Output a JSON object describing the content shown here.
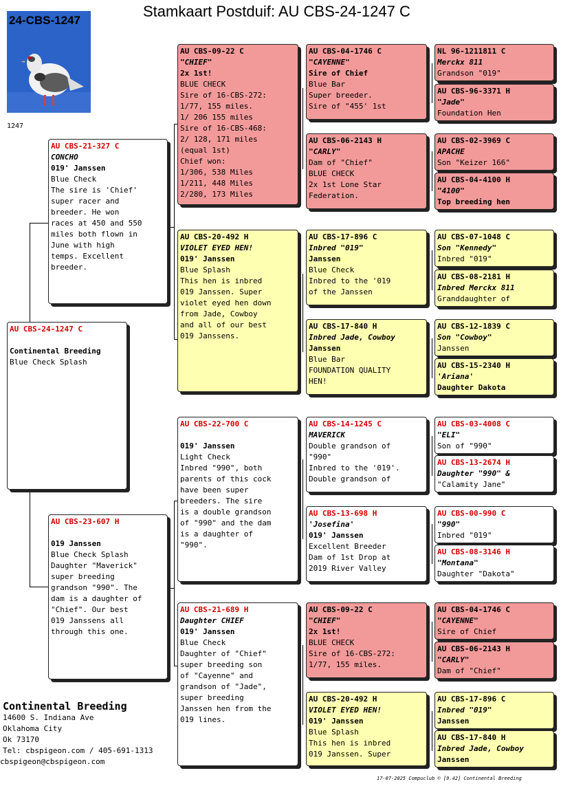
{
  "title": "Stamkaart Postduif: AU  CBS-24-1247 C",
  "photo_label": "24-CBS-1247",
  "ring_small": "1247",
  "breeder": {
    "name": "Continental Breeding",
    "address1": "14600 S. Indiana Ave",
    "address2": "Oklahoma City",
    "address3": "Ok 73170",
    "tel": "Tel: cbspigeon.com / 405-691-1313",
    "email": "cbspigeon@cbspigeon.com"
  },
  "footer": "17-07-2025   Compuclub © [9.42]  Continental Breeding",
  "cards": {
    "subject": {
      "ring": "AU  CBS-24-1247 C",
      "lines": [
        "",
        "Continental Breeding",
        "Blue Check Splash"
      ]
    },
    "sire": {
      "ring": "AU  CBS-21-327 C",
      "name": "CONCHO",
      "lines": [
        "019' Janssen",
        "Blue Check",
        "The sire is 'Chief'",
        "super racer and",
        "breeder. He won",
        "races at 450 and 550",
        "miles both flown in",
        "June with high",
        "temps. Excellent",
        "breeder."
      ]
    },
    "dam": {
      "ring": "AU  CBS-23-607 H",
      "name": "",
      "lines": [
        "019 Janssen",
        "Blue Check Splash",
        "Daughter \"Maverick\"",
        "super breeding",
        "grandson \"990\". The",
        "dam is a daughter of",
        "\"Chief\". Our best",
        "019 Janssens all",
        "through this one."
      ]
    },
    "ss": {
      "ring": "AU  CBS-09-22 C",
      "name": "\"CHIEF\"",
      "lines": [
        "2x 1st!",
        "BLUE CHECK",
        "Sire of 16-CBS-272:",
        "1/77, 155 miles.",
        "1/ 206 155 miles",
        "Sire of 16-CBS-468:",
        "2/ 128, 171 miles",
        "(equal 1st)",
        "Chief won:",
        "1/306, 538 Miles",
        "1/211, 448 Miles",
        "2/280, 173 Miles"
      ]
    },
    "sd": {
      "ring": "AU  CBS-20-492 H",
      "name": "VIOLET EYED HEN!",
      "lines": [
        "019' Janssen",
        "Blue Splash",
        "This hen is inbred",
        "019 Janssen. Super",
        "violet eyed hen down",
        "from Jade, Cowboy",
        "and all of our best",
        "019 Janssens."
      ]
    },
    "ds": {
      "ring": "AU  CBS-22-700 C",
      "name": "",
      "lines": [
        "019' Janssen",
        "Light Check",
        "Inbred \"990\", both",
        "parents of this cock",
        "have been super",
        "breeders. The sire",
        "is a double grandson",
        "of \"990\" and the dam",
        "is a daughter of",
        "\"990\"."
      ]
    },
    "dd": {
      "ring": "AU  CBS-21-689 H",
      "name": "Daughter CHIEF",
      "lines": [
        "019' Janssen",
        "Blue Check",
        "Daughter of \"Chief\"",
        "super breeding son",
        "of \"Cayenne\" and",
        "grandson of \"Jade\",",
        "super breeding",
        "Janssen hen from the",
        "019 lines."
      ]
    },
    "sss": {
      "ring": "AU  CBS-04-1746 C",
      "name": "\"CAYENNE\"",
      "lines": [
        "Sire of Chief",
        "Blue Bar",
        "Super breeder.",
        "Sire of \"455' 1st"
      ]
    },
    "ssd": {
      "ring": "AU  CBS-06-2143 H",
      "name": "\"CARLY\"",
      "lines": [
        "Dam of \"Chief\"",
        "BLUE CHECK",
        "2x 1st Lone Star",
        "Federation."
      ]
    },
    "sds": {
      "ring": "AU  CBS-17-896 C",
      "name": "Inbred \"019\"",
      "lines": [
        "Janssen",
        "Blue Check",
        "Inbred to the '019",
        "of the Janssen"
      ]
    },
    "sdd": {
      "ring": "AU  CBS-17-840 H",
      "name": "Inbred Jade, Cowboy",
      "lines": [
        "Janssen",
        "Blue Bar",
        "FOUNDATION QUALITY",
        "HEN!"
      ]
    },
    "dss": {
      "ring": "AU  CBS-14-1245 C",
      "name": "MAVERICK",
      "lines": [
        "Double grandson of",
        "\"990\"",
        "Inbred to the '019'.",
        "Double grandson of"
      ]
    },
    "dsd": {
      "ring": "AU  CBS-13-698 H",
      "name": "'Josefina'",
      "lines": [
        "019' Janssen",
        "Excellent Breeder",
        "Dam of 1st Drop at",
        "2019 River Valley"
      ]
    },
    "dds": {
      "ring": "AU  CBS-09-22 C",
      "name": "\"CHIEF\"",
      "lines": [
        "2x 1st!",
        "BLUE CHECK",
        "Sire of 16-CBS-272:",
        "1/77, 155 miles."
      ]
    },
    "ddd": {
      "ring": "AU  CBS-20-492 H",
      "name": "VIOLET EYED HEN!",
      "lines": [
        "019' Janssen",
        "Blue Splash",
        "This hen is inbred",
        "019 Janssen. Super"
      ]
    },
    "g1": {
      "ring": "NL  96-1211811 C",
      "name": "Merckx 811",
      "lines": [
        "Grandson \"019\""
      ]
    },
    "g2": {
      "ring": "AU  CBS-96-3371 H",
      "name": "\"Jade\"",
      "lines": [
        "Foundation Hen"
      ]
    },
    "g3": {
      "ring": "AU  CBS-02-3969 C",
      "name": "APACHE",
      "lines": [
        "Son \"Keizer 166\""
      ]
    },
    "g4": {
      "ring": "AU  CBS-04-4100 H",
      "name": "\"4100\"",
      "lines": [
        "Top breeding hen"
      ]
    },
    "g5": {
      "ring": "AU  CBS-07-1048 C",
      "name": "Son \"Kennedy\"",
      "lines": [
        "Inbred \"019\""
      ]
    },
    "g6": {
      "ring": "AU  CBS-08-2181 H",
      "name": "Inbred Merckx 811",
      "lines": [
        "Granddaughter of"
      ]
    },
    "g7": {
      "ring": "AU  CBS-12-1839 C",
      "name": "Son \"Cowboy\"",
      "lines": [
        "Janssen"
      ]
    },
    "g8": {
      "ring": "AU  CBS-15-2340 H",
      "name": "'Ariana'",
      "lines": [
        "Daughter Dakota"
      ]
    },
    "g9": {
      "ring": "AU  CBS-03-4008 C",
      "name": "\"ELI\"",
      "lines": [
        "Son of \"990\""
      ]
    },
    "g10": {
      "ring": "AU  CBS-13-2674 H",
      "name": "Daughter \"990\" &",
      "lines": [
        "\"Calamity Jane\""
      ]
    },
    "g11": {
      "ring": "AU  CBS-00-990 C",
      "name": "\"990\"",
      "lines": [
        "Inbred \"019\""
      ]
    },
    "g12": {
      "ring": "AU  CBS-08-3146 H",
      "name": "\"Montana\"",
      "lines": [
        "Daughter \"Dakota\""
      ]
    },
    "g13": {
      "ring": "AU  CBS-04-1746 C",
      "name": "\"CAYENNE\"",
      "lines": [
        "Sire of Chief"
      ]
    },
    "g14": {
      "ring": "AU  CBS-06-2143 H",
      "name": "\"CARLY\"",
      "lines": [
        "Dam of \"Chief\""
      ]
    },
    "g15": {
      "ring": "AU  CBS-17-896 C",
      "name": "Inbred \"019\"",
      "lines": [
        "Janssen"
      ]
    },
    "g16": {
      "ring": "AU  CBS-17-840 H",
      "name": "Inbred Jade, Cowboy",
      "lines": [
        "Janssen"
      ]
    }
  }
}
